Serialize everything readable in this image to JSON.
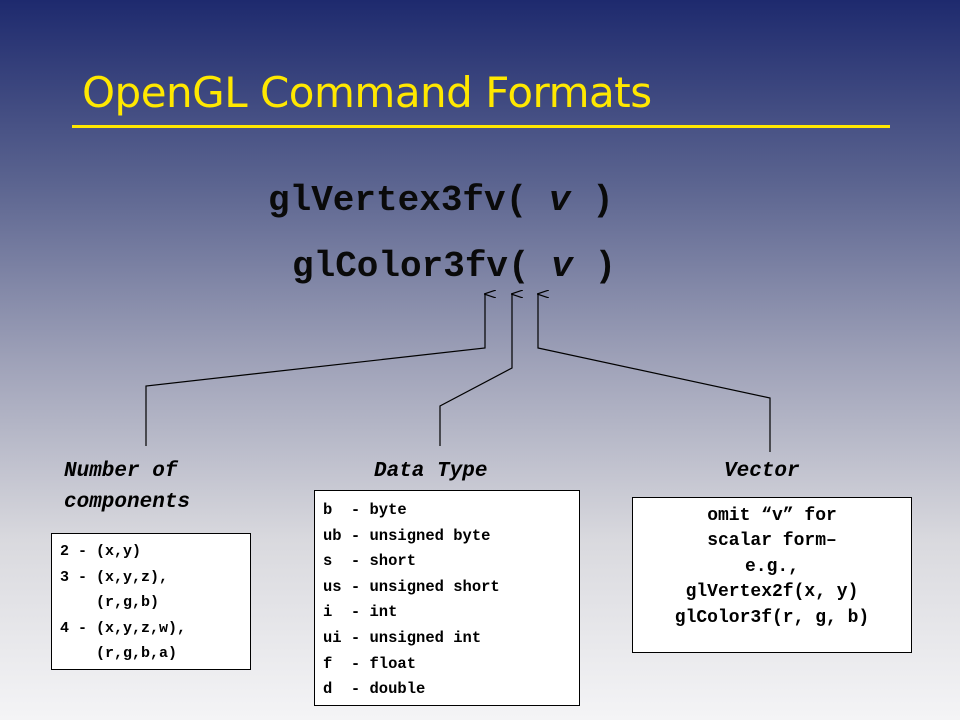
{
  "title": "OpenGL Command Formats",
  "commands": [
    {
      "prefix": "glVertex3fv( ",
      "arg": "v",
      "suffix": " )"
    },
    {
      "prefix": "glColor3fv( ",
      "arg": "v",
      "suffix": " )"
    }
  ],
  "labels": {
    "components": "Number of components",
    "datatype": "Data Type",
    "vector": "Vector"
  },
  "components_box": [
    "2 - (x,y)",
    "3 - (x,y,z),",
    "    (r,g,b)",
    "4 - (x,y,z,w),",
    "    (r,g,b,a)"
  ],
  "datatype_box": [
    "b  - byte",
    "ub - unsigned byte",
    "s  - short",
    "us - unsigned short",
    "i  - int",
    "ui - unsigned int",
    "f  - float",
    "d  - double"
  ],
  "vector_box": [
    "omit “v” for",
    "scalar form–",
    "e.g.,",
    "glVertex2f(x, y)",
    "glColor3f(r, g, b)"
  ],
  "colors": {
    "title": "#ffe800",
    "text": "#000000",
    "box_bg": "#ffffff"
  }
}
